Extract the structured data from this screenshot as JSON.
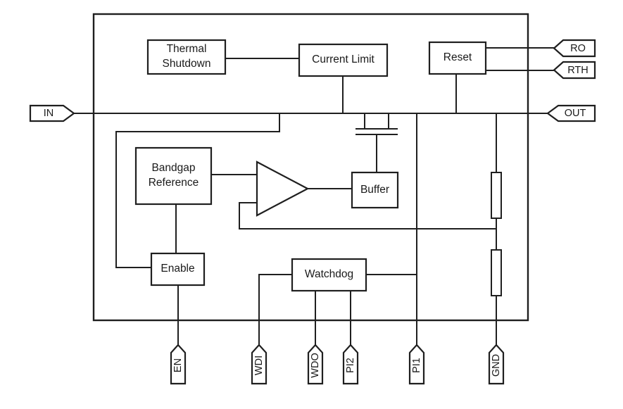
{
  "diagram": {
    "blocks": {
      "thermal_shutdown": {
        "line1": "Thermal",
        "line2": "Shutdown"
      },
      "current_limit": "Current Limit",
      "reset": "Reset",
      "bandgap_reference": {
        "line1": "Bandgap",
        "line2": "Reference"
      },
      "buffer": "Buffer",
      "enable": "Enable",
      "watchdog": "Watchdog"
    },
    "pins": {
      "in": "IN",
      "out": "OUT",
      "ro": "RO",
      "rth": "RTH",
      "en": "EN",
      "wdi": "WDI",
      "wdo": "WDO",
      "pi2": "PI2",
      "pi1": "PI1",
      "gnd": "GND"
    },
    "colors": {
      "line": "#1f1f1f",
      "background": "#ffffff",
      "text": "#1a1a1a"
    }
  }
}
